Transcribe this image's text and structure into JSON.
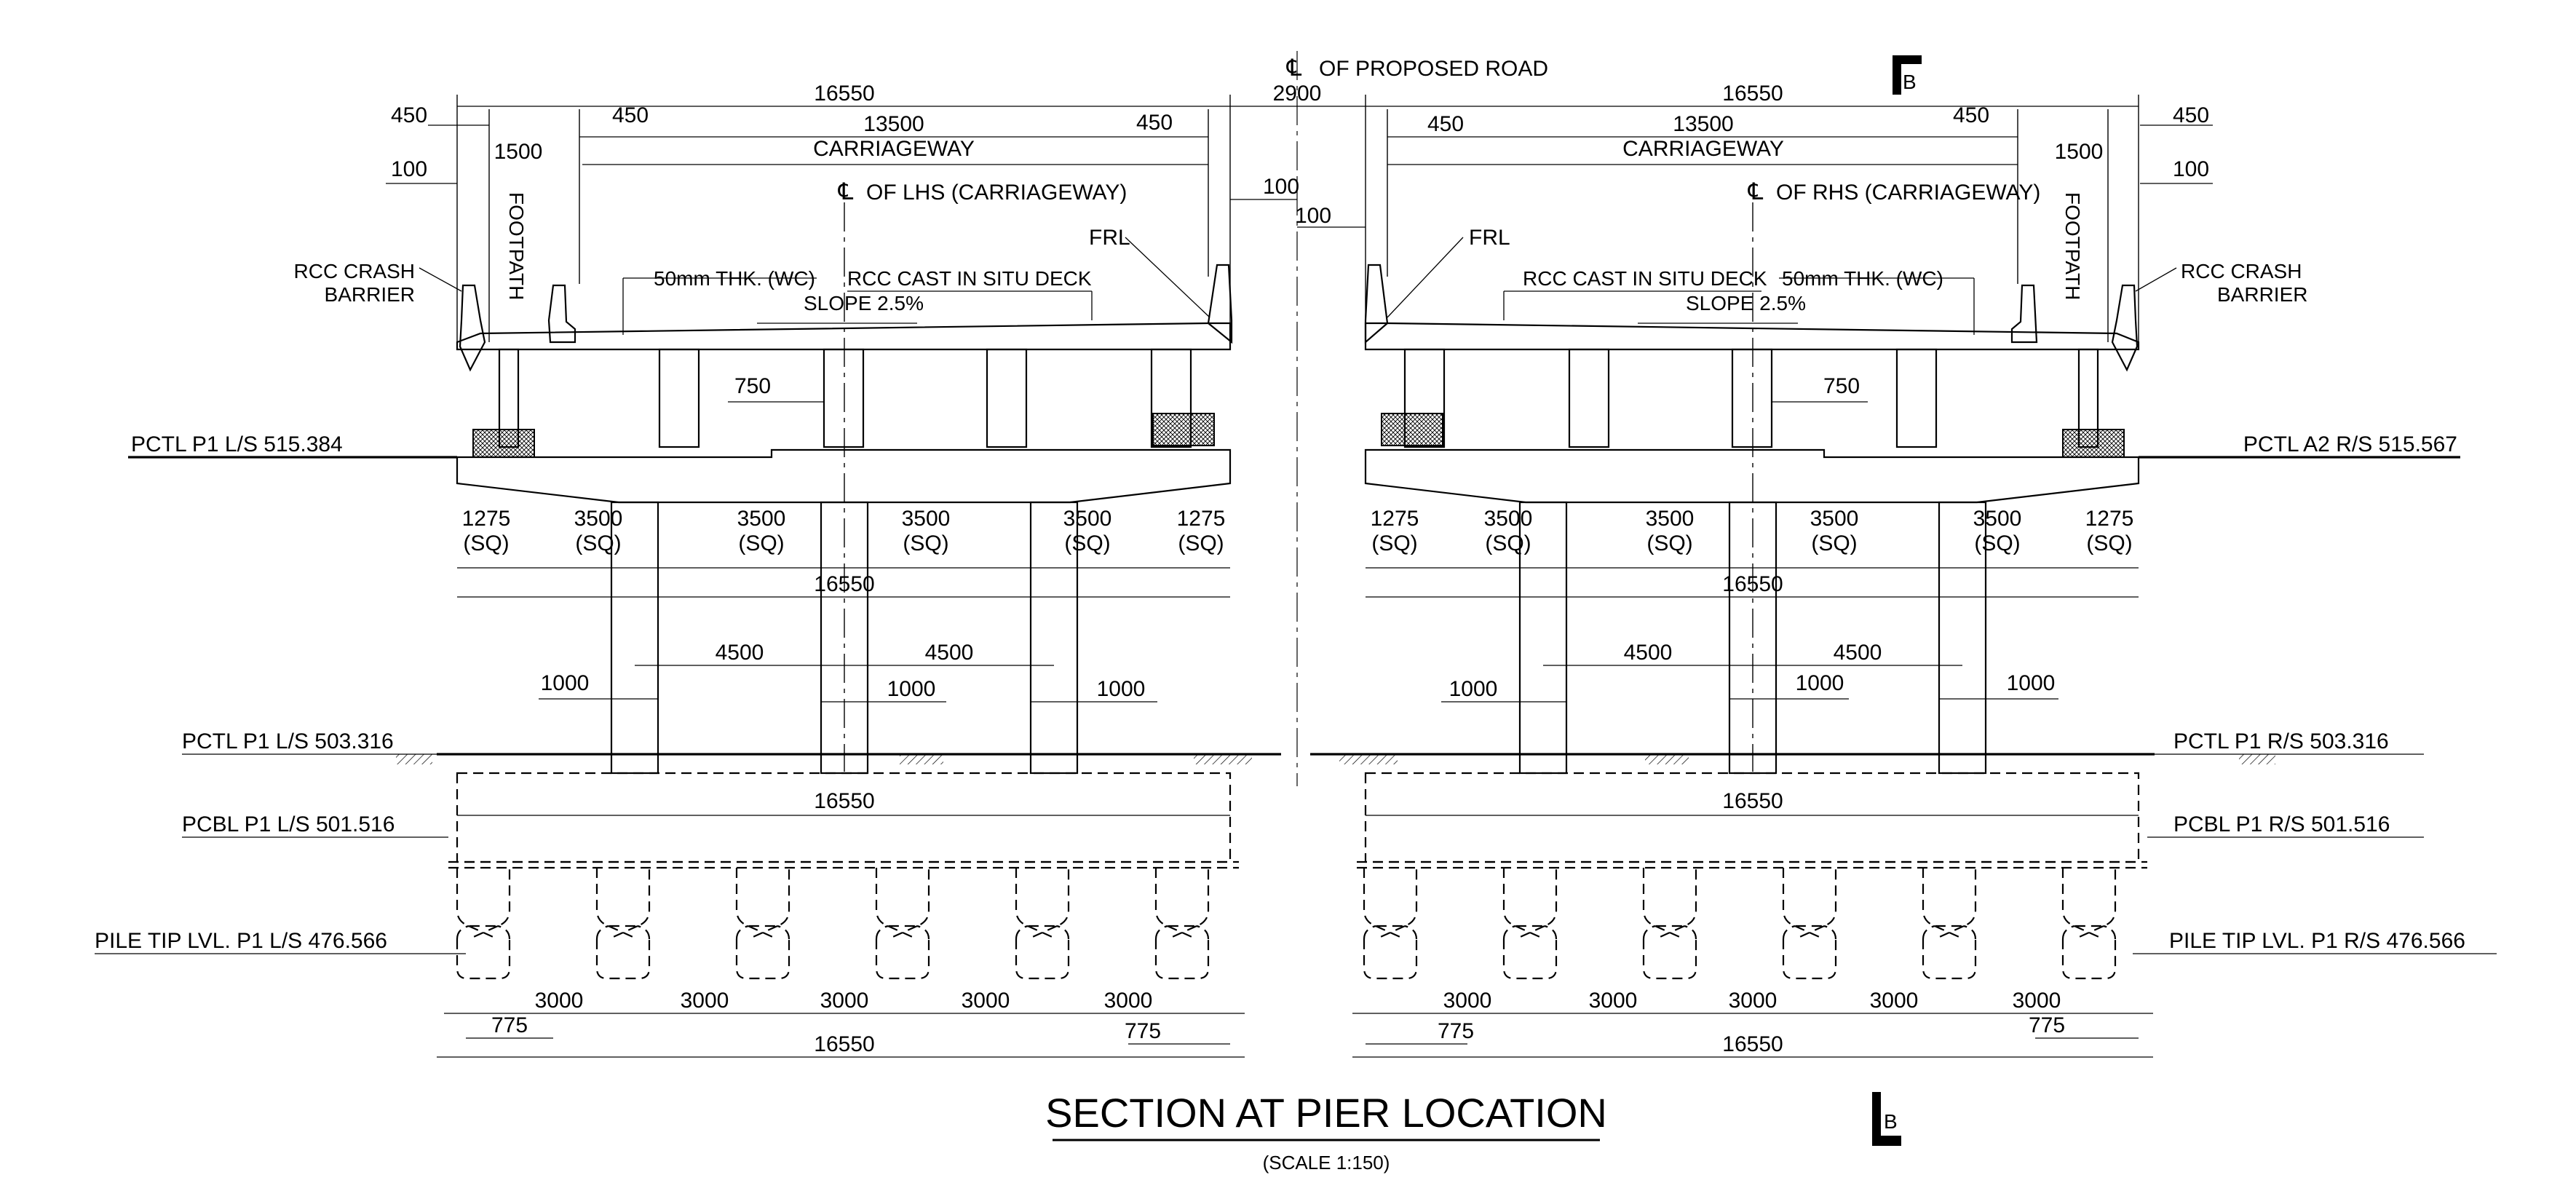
{
  "title": "SECTION AT PIER LOCATION",
  "scale": "(SCALE    1:150)",
  "section_marker": "B",
  "center": {
    "road_cl": "OF PROPOSED ROAD",
    "gap": "2900",
    "cl_symbol": "℄"
  },
  "lhs": {
    "width_total": "16550",
    "carriageway_width": "13500",
    "carriageway_label": "CARRIAGEWAY",
    "cl_label": "OF LHS (CARRIAGEWAY)",
    "footpath_label": "FOOTPATH",
    "footpath_width": "1500",
    "dim_450": "450",
    "dim_100": "100",
    "barrier_label_1": "RCC CRASH",
    "barrier_label_2": "BARRIER",
    "wc_label": "50mm THK. (WC)",
    "deck_label": "RCC CAST IN SITU DECK",
    "slope_label": "SLOPE 2.5%",
    "frl_label": "FRL",
    "dim_750": "750",
    "pctl_top": "PCTL P1 L/S 515.384",
    "cap_dims": [
      "1275\n(SQ)",
      "3500\n(SQ)",
      "3500\n(SQ)",
      "3500\n(SQ)",
      "3500\n(SQ)",
      "1275\n(SQ)"
    ],
    "cap_width": "16550",
    "pier_spacing": [
      "4500",
      "4500"
    ],
    "pier_width": "1000",
    "pctl_ground": "PCTL P1 L/S 503.316",
    "pcbl": "PCBL P1 L/S 501.516",
    "pile_tip": "PILE TIP LVL. P1 L/S 476.566",
    "pile_spacing": [
      "3000",
      "3000",
      "3000",
      "3000",
      "3000"
    ],
    "pile_edge": "775",
    "pile_cap_width": "16550"
  },
  "rhs": {
    "width_total": "16550",
    "carriageway_width": "13500",
    "carriageway_label": "CARRIAGEWAY",
    "cl_label": "OF RHS (CARRIAGEWAY)",
    "footpath_label": "FOOTPATH",
    "footpath_width": "1500",
    "dim_450": "450",
    "dim_100": "100",
    "barrier_label_1": "RCC CRASH",
    "barrier_label_2": "BARRIER",
    "wc_label": "50mm THK. (WC)",
    "deck_label": "RCC CAST IN SITU DECK",
    "slope_label": "SLOPE 2.5%",
    "frl_label": "FRL",
    "dim_750": "750",
    "pctl_top": "PCTL A2 R/S 515.567",
    "cap_dims": [
      "1275\n(SQ)",
      "3500\n(SQ)",
      "3500\n(SQ)",
      "3500\n(SQ)",
      "3500\n(SQ)",
      "1275\n(SQ)"
    ],
    "cap_width": "16550",
    "pier_spacing": [
      "4500",
      "4500"
    ],
    "pier_width": "1000",
    "pctl_ground": "PCTL P1 R/S 503.316",
    "pcbl": "PCBL P1 R/S 501.516",
    "pile_tip": "PILE TIP LVL. P1 R/S 476.566",
    "pile_spacing": [
      "3000",
      "3000",
      "3000",
      "3000",
      "3000"
    ],
    "pile_edge": "775",
    "pile_cap_width": "16550"
  }
}
